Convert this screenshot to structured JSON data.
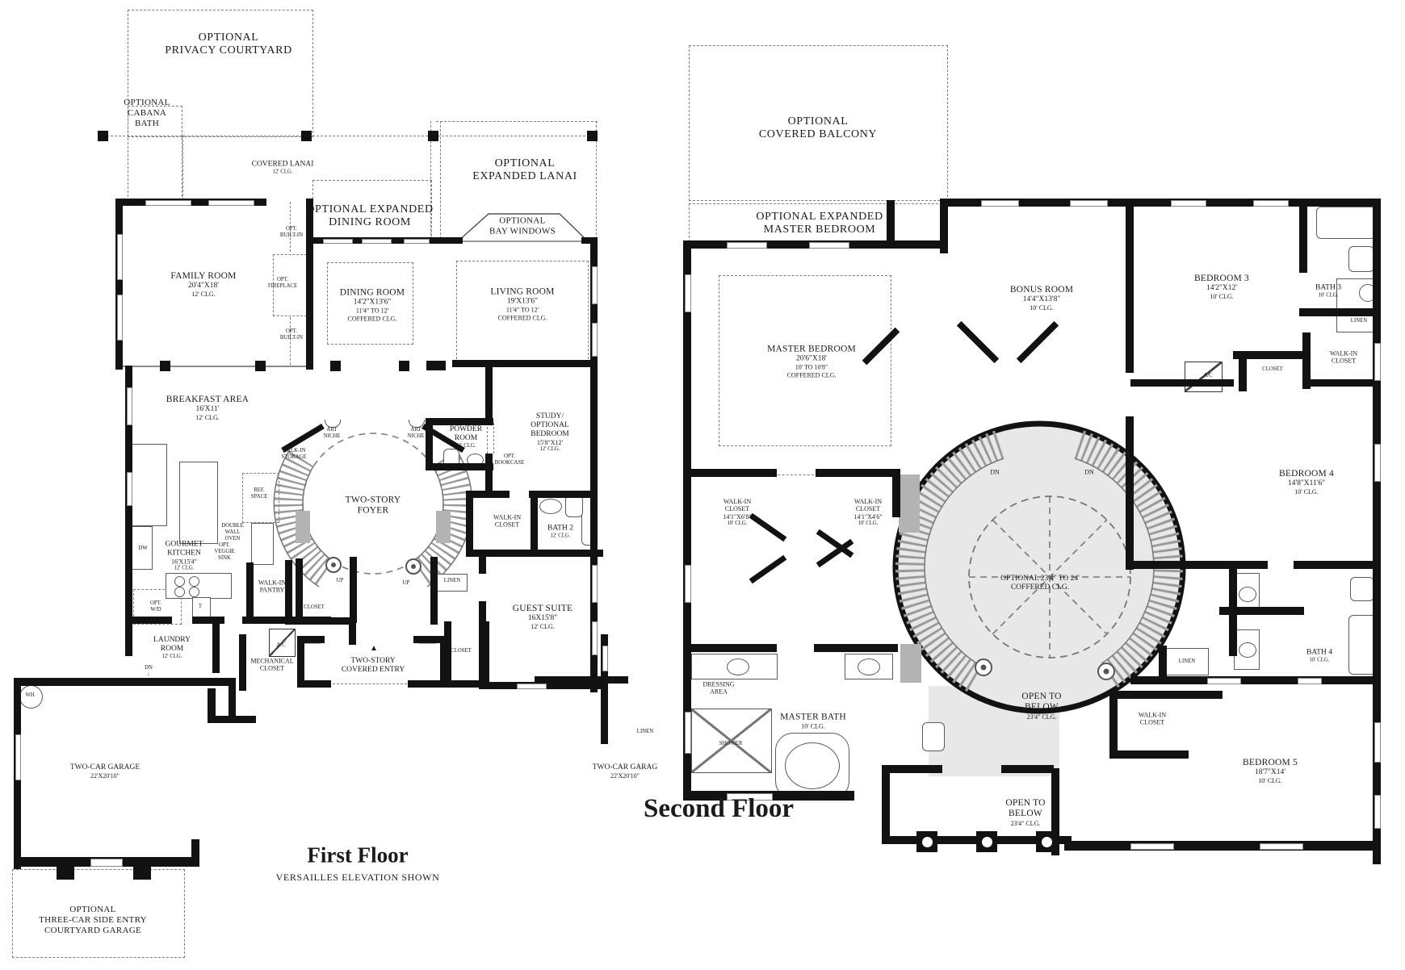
{
  "ff": {
    "title": "First Floor",
    "subtitle": "VERSAILLES ELEVATION SHOWN",
    "privacy_courtyard": [
      "OPTIONAL",
      "PRIVACY COURTYARD"
    ],
    "cabana_bath": [
      "OPTIONAL",
      "CABANA",
      "BATH"
    ],
    "covered_lanai": [
      "COVERED LANAI",
      "12' CLG."
    ],
    "expanded_dining": [
      "OPTIONAL EXPANDED",
      "DINING ROOM"
    ],
    "expanded_lanai": [
      "OPTIONAL",
      "EXPANDED LANAI"
    ],
    "bay_windows": [
      "OPTIONAL",
      "BAY WINDOWS"
    ],
    "family_room": [
      "FAMILY ROOM",
      "20'4\"X18'",
      "12' CLG."
    ],
    "dining_room": [
      "DINING ROOM",
      "14'2\"X13'6\"",
      "11'4\" TO 12'",
      "COFFERED CLG."
    ],
    "living_room": [
      "LIVING ROOM",
      "19'X13'6\"",
      "11'4\" TO 12'",
      "COFFERED CLG."
    ],
    "breakfast_area": [
      "BREAKFAST AREA",
      "16'X11'",
      "12' CLG."
    ],
    "opt_fireplace": [
      "OPT.",
      "FIREPLACE"
    ],
    "opt_built_in": [
      "OPT.",
      "BUILT-IN"
    ],
    "art_niche": [
      "ART",
      "NICHE"
    ],
    "walk_in_storage": [
      "WALK-IN",
      "STORAGE"
    ],
    "two_story_foyer": [
      "TWO-STORY",
      "FOYER"
    ],
    "powder_room": [
      "POWDER",
      "ROOM",
      "12' CLG."
    ],
    "study": [
      "STUDY/",
      "OPTIONAL",
      "BEDROOM",
      "15'8\"X12'",
      "12' CLG."
    ],
    "opt_bookcase": [
      "OPT.",
      "BOOKCASE"
    ],
    "walk_in_closet": [
      "WALK-IN",
      "CLOSET"
    ],
    "bath_2": [
      "BATH 2",
      "12' CLG."
    ],
    "gourmet_kitchen": [
      "GOURMET",
      "KITCHEN",
      "16'X15'4\"",
      "12' CLG."
    ],
    "ref_space": [
      "REF.",
      "SPACE"
    ],
    "double_wall_oven": [
      "DOUBLE",
      "WALL",
      "OVEN"
    ],
    "opt_veggie_sink": [
      "OPT.",
      "VEGGIE",
      "SINK"
    ],
    "dw": "DW",
    "opt_wd": [
      "OPT.",
      "W/D"
    ],
    "t": "T",
    "walk_in_pantry": [
      "WALK-IN",
      "PANTRY"
    ],
    "closet": "CLOSET",
    "linen": "LINEN",
    "up": "UP",
    "dn": "DN",
    "wh": "WH",
    "ac": "A/C",
    "laundry_room": [
      "LAUNDRY",
      "ROOM",
      "12' CLG."
    ],
    "mechanical_closet": [
      "MECHANICAL",
      "CLOSET"
    ],
    "two_story_entry": [
      "TWO-STORY",
      "COVERED ENTRY"
    ],
    "entry_arrow": "▲",
    "guest_suite": [
      "GUEST SUITE",
      "16X15'8\"",
      "12' CLG."
    ],
    "garage_left": [
      "TWO-CAR GARAGE",
      "22'X20'10\""
    ],
    "garage_right": [
      "TWO-CAR GARAG",
      "22'X20'10\""
    ],
    "three_car": [
      "OPTIONAL",
      "THREE-CAR SIDE ENTRY",
      "COURTYARD GARAGE"
    ]
  },
  "sf": {
    "title": "Second Floor",
    "covered_balcony": [
      "OPTIONAL",
      "COVERED BALCONY"
    ],
    "expanded_master": [
      "OPTIONAL EXPANDED",
      "MASTER BEDROOM"
    ],
    "master_bedroom": [
      "MASTER BEDROOM",
      "20'6\"X18'",
      "10' TO 10'8\"",
      "COFFERED CLG."
    ],
    "bonus_room": [
      "BONUS ROOM",
      "14'4\"X13'8\"",
      "10' CLG."
    ],
    "bedroom_3": [
      "BEDROOM 3",
      "14'2\"X12'",
      "10' CLG."
    ],
    "bath_3": [
      "BATH 3",
      "10' CLG."
    ],
    "linen": "LINEN",
    "walk_in_closet": [
      "WALK-IN",
      "CLOSET"
    ],
    "closet": "CLOSET",
    "ac": "A/C",
    "bedroom_4": [
      "BEDROOM 4",
      "14'8\"X11'6\"",
      "10' CLG."
    ],
    "wic_1": [
      "WALK-IN",
      "CLOSET",
      "14'1\"X6'8\"",
      "10' CLG."
    ],
    "wic_2": [
      "WALK-IN",
      "CLOSET",
      "14'1\"X4'6\"",
      "10' CLG."
    ],
    "dn": "DN",
    "rotunda_clg": [
      "OPTIONAL 23'4\" TO 24'",
      "COFFERED CLG."
    ],
    "open_to_below": [
      "OPEN TO",
      "BELOW",
      "23'4\" CLG."
    ],
    "dressing_area": [
      "DRESSING",
      "AREA"
    ],
    "master_bath": [
      "MASTER BATH",
      "10' CLG."
    ],
    "shower": "SHOWER",
    "bath_4": [
      "BATH 4",
      "10' CLG."
    ],
    "bedroom_5": [
      "BEDROOM 5",
      "18'7\"X14'",
      "10' CLG."
    ]
  },
  "palette": {
    "wall": "#121212",
    "dash": "#7d7d7d",
    "rotunda_fill": "#e8e8e8",
    "pad": "#b3b3b3",
    "text": "#1b1b1b"
  }
}
